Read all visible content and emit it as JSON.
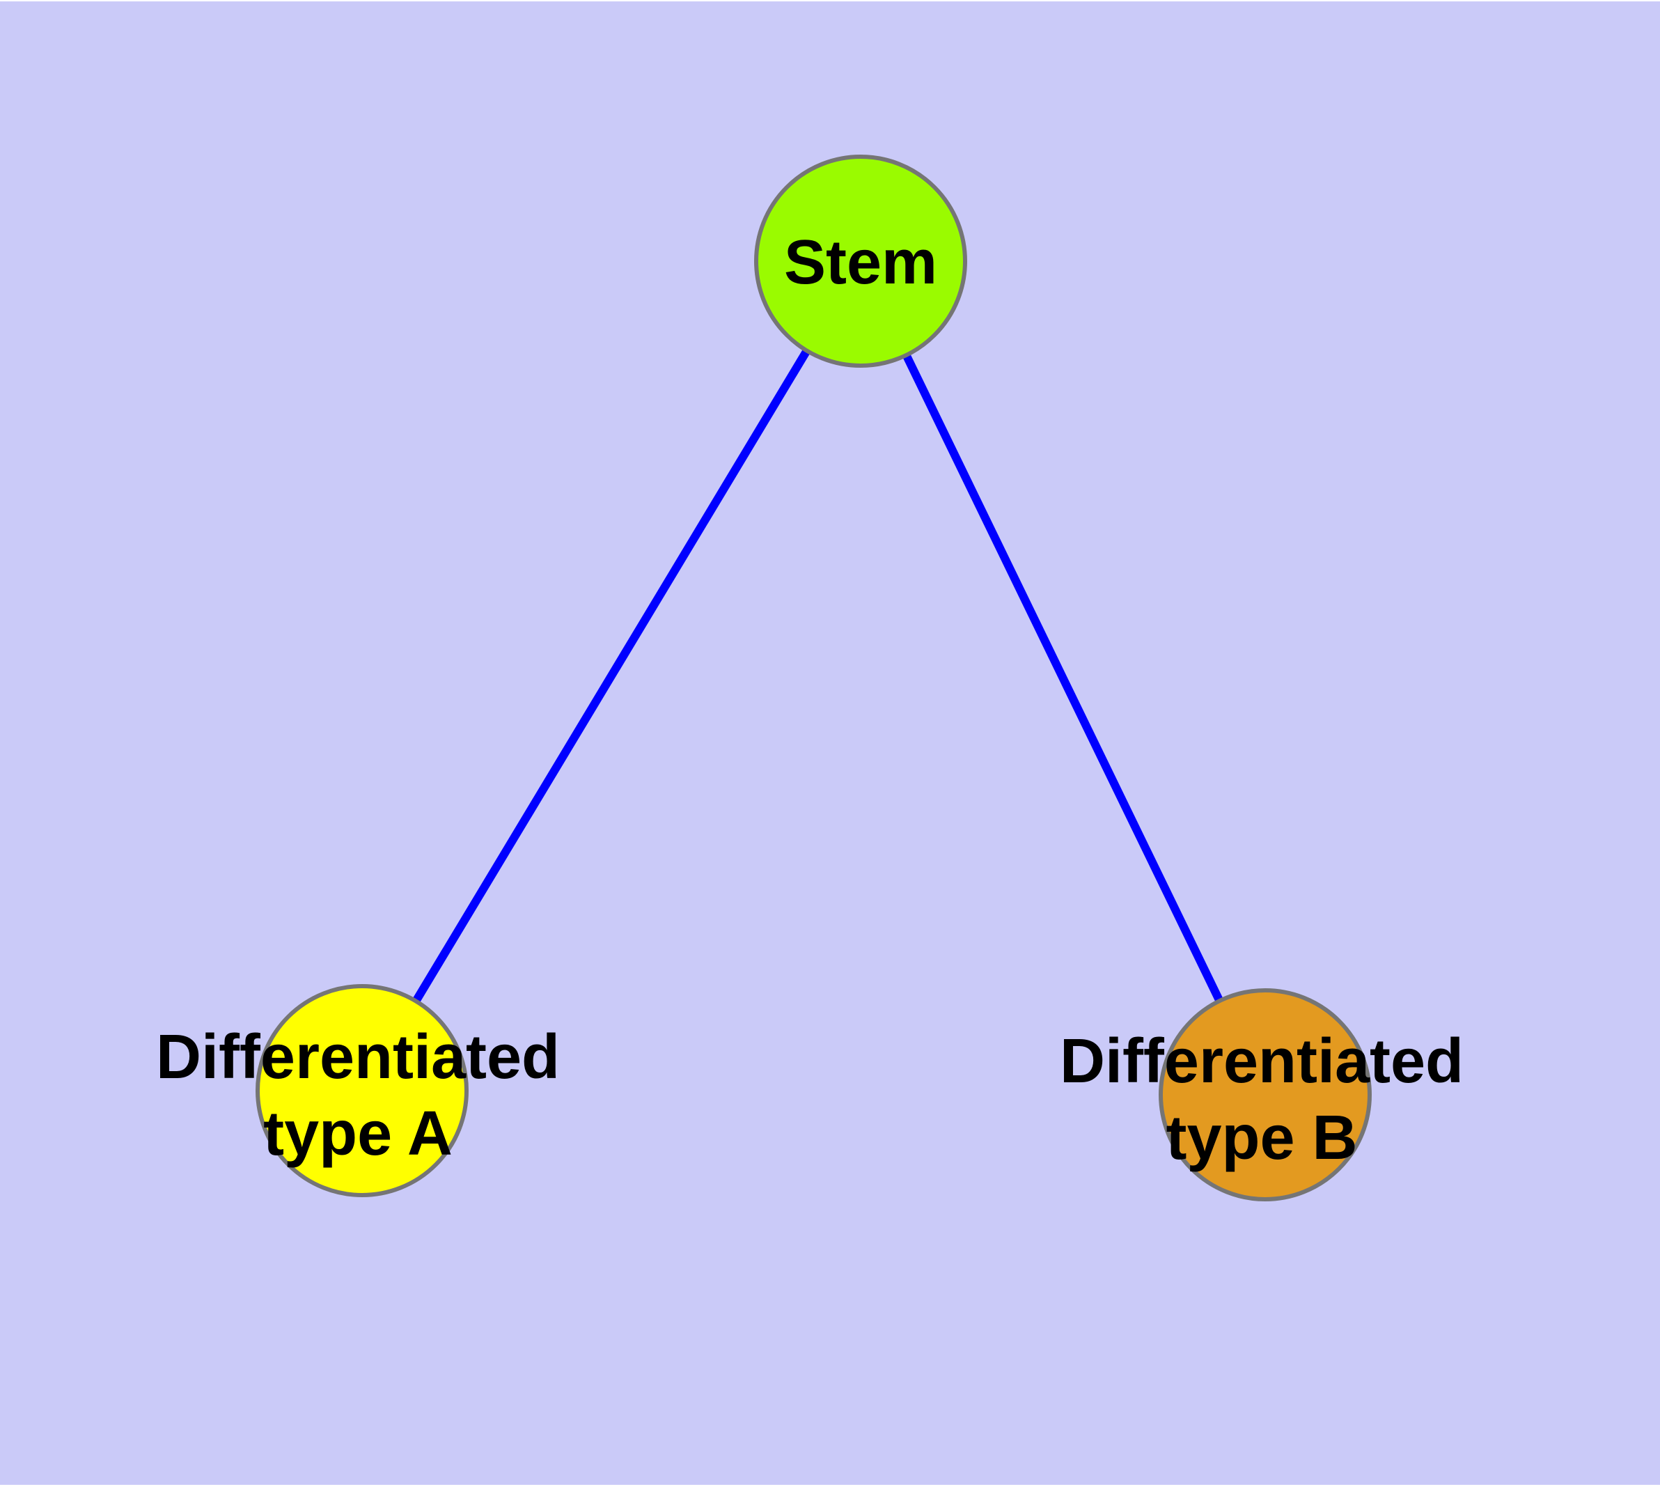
{
  "diagram": {
    "type": "graph",
    "background_color": "#CACAF8",
    "page_margin_color": "#FFFFFF",
    "edge_color": "#0000FF",
    "node_border_color": "#757575",
    "label_color": "#000000",
    "nodes": [
      {
        "id": "stem",
        "lines": [
          "Stem"
        ],
        "fill": "#9AFB00"
      },
      {
        "id": "differentiated-type-a",
        "lines": [
          "Differentiated",
          "type A"
        ],
        "fill": "#FFFF00"
      },
      {
        "id": "differentiated-type-b",
        "lines": [
          "Differentiated",
          "type B"
        ],
        "fill": "#E39A20"
      }
    ],
    "edges": [
      {
        "from": "stem",
        "to": "differentiated-type-a"
      },
      {
        "from": "stem",
        "to": "differentiated-type-b"
      }
    ]
  }
}
